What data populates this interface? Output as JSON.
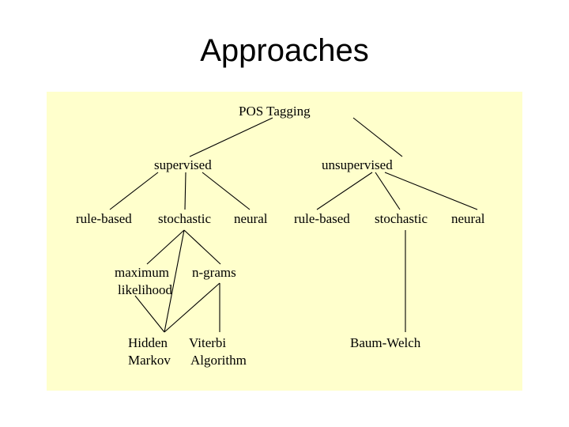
{
  "title": "Approaches",
  "colors": {
    "panel_background": "#ffffcc",
    "ink": "#000000"
  },
  "tree": {
    "root": "POS Tagging",
    "branches": {
      "supervised": "supervised",
      "unsupervised": "unsupervised"
    },
    "supervised_children": {
      "rule_based": "rule-based",
      "stochastic": "stochastic",
      "neural": "neural"
    },
    "unsupervised_children": {
      "rule_based": "rule-based",
      "stochastic": "stochastic",
      "neural": "neural"
    },
    "stochastic_methods": {
      "maximum_likelihood_line1": "maximum",
      "maximum_likelihood_line2": "likelihood",
      "n_grams": "n-grams"
    },
    "algorithms": {
      "hidden_markov_line1": "Hidden",
      "hidden_markov_line2": "Markov",
      "viterbi_line1": "Viterbi",
      "viterbi_line2": "Algorithm",
      "baum_welch": "Baum-Welch"
    }
  }
}
